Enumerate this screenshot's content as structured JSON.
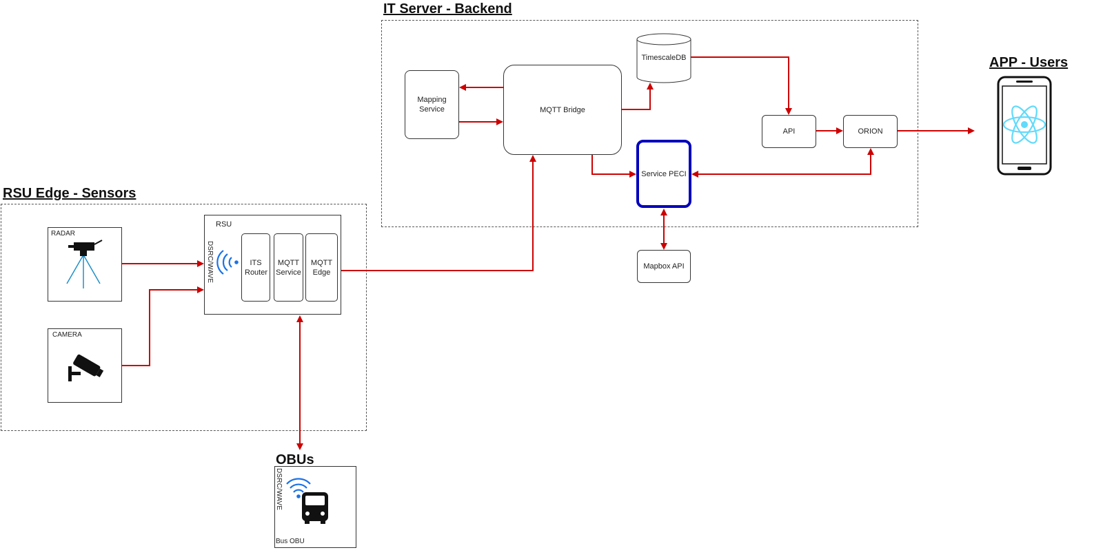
{
  "groups": {
    "it_server": "IT Server - Backend",
    "rsu_edge": "RSU Edge - Sensors",
    "app_users": "APP - Users",
    "obus": "OBUs"
  },
  "nodes": {
    "mapping_service": "Mapping Service",
    "mqtt_bridge": "MQTT Bridge",
    "timescaledb": "TimescaleDB",
    "api": "API",
    "orion": "ORION",
    "service_peci": "Service PECI",
    "mapbox_api": "Mapbox API",
    "radar": "RADAR",
    "camera": "CAMERA",
    "rsu": "RSU",
    "rsu_protocol": "DSRC/WAVE",
    "its_router": "ITS Router",
    "mqtt_service": "MQTT Service",
    "mqtt_edge": "MQTT Edge",
    "obu_protocol": "DSRC/WAVE",
    "bus_obu": "Bus OBU"
  },
  "icons": {
    "radar": "radar-tripod-icon",
    "camera": "security-camera-icon",
    "rsu_signal": "wireless-signal-icon",
    "obu_signal": "wireless-signal-icon",
    "bus": "bus-icon",
    "phone": "smartphone-icon",
    "react": "react-atom-icon"
  },
  "colors": {
    "connector": "#cc0000",
    "peci_border": "#0000bb",
    "signal": "#1a73e8",
    "react": "#61dafb"
  }
}
